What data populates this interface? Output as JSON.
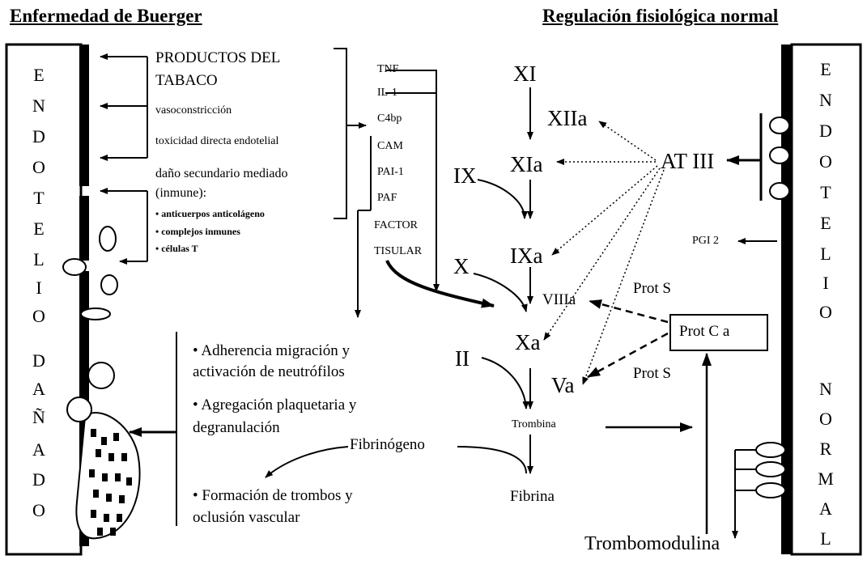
{
  "titles": {
    "left": "Enfermedad de Buerger",
    "right": "Regulación fisiológica normal"
  },
  "left_column_letters": [
    "E",
    "N",
    "D",
    "O",
    "T",
    "E",
    "L",
    "I",
    "O",
    "D",
    "A",
    "Ñ",
    "A",
    "D",
    "O"
  ],
  "right_column_letters": [
    "E",
    "N",
    "D",
    "O",
    "T",
    "E",
    "L",
    "I",
    "O",
    "N",
    "O",
    "R",
    "M",
    "A",
    "L"
  ],
  "tobacco": {
    "products_line1": "PRODUCTOS DEL",
    "products_line2": "TABACO",
    "vasoconstriction": "vasoconstricción",
    "toxicity": "toxicidad directa endotelial",
    "damage_line1": "daño secundario mediado",
    "damage_line2": "(inmune):",
    "bullets": [
      "• anticuerpos anticolágeno",
      "• complejos inmunes",
      "• células T"
    ]
  },
  "mediators": [
    "TNF",
    "IL-1",
    "C4bp",
    "CAM",
    "PAI-1",
    "PAF",
    "FACTOR",
    "TISULAR"
  ],
  "effects": [
    {
      "line1": "• Adherencia migración y",
      "line2": "activación de neutrófilos"
    },
    {
      "line1": "• Agregación plaquetaria y",
      "line2": "degranulación"
    },
    {
      "line1": "• Formación de trombos y",
      "line2": "oclusión vascular"
    }
  ],
  "cascade": {
    "XI": "XI",
    "XIIa": "XIIa",
    "XIa": "XIa",
    "IX": "IX",
    "IXa": "IXa",
    "X": "X",
    "VIIIa": "VIIIa",
    "Xa": "Xa",
    "II": "II",
    "Va": "Va",
    "trombina": "Trombina",
    "fibrinogeno": "Fibrinógeno",
    "fibrina": "Fibrina"
  },
  "regulation": {
    "at3": "AT III",
    "pgi2": "PGI 2",
    "prot_s_top": "Prot S",
    "prot_s_bottom": "Prot S",
    "prot_c": "Prot C a",
    "trombomodulina": "Trombomodulina"
  }
}
